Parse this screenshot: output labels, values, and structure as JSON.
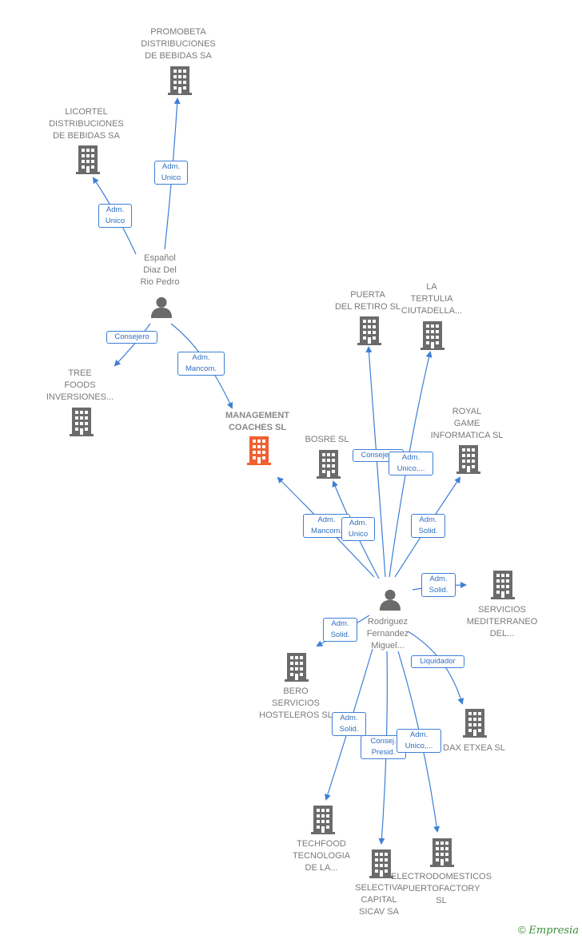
{
  "nodes": {
    "promobeta": "PROMOBETA\nDISTRIBUCIONES\nDE BEBIDAS SA",
    "licortel": "LICORTEL\nDISTRIBUCIONES\nDE BEBIDAS SA",
    "espanol": "Español\nDiaz Del\nRio Pedro",
    "tree": "TREE\nFOODS\nINVERSIONES...",
    "management": "MANAGEMENT\nCOACHES  SL",
    "puerta": "PUERTA\nDEL RETIRO SL",
    "tertulia": "LA\nTERTULIA\nCIUTADELLA...",
    "bosre": "BOSRE SL",
    "royal": "ROYAL\nGAME\nINFORMATICA SL",
    "servicios": "SERVICIOS\nMEDITERRANEO\nDEL...",
    "rodriguez": "Rodriguez\nFernandez\nMiguel...",
    "bero": "BERO\nSERVICIOS\nHOSTELEROS SL",
    "dax": "DAX ETXEA  SL",
    "techfood": "TECHFOOD\nTECNOLOGIA\nDE LA...",
    "selectiva": "SELECTIVA\nCAPITAL\nSICAV SA",
    "electro": "ELECTRODOMESTICOS\nPUERTOFACTORY\nSL"
  },
  "edges": {
    "e1": "Adm.\nUnico",
    "e2": "Adm.\nUnico",
    "e3": "Consejero",
    "e4": "Adm.\nMancom.",
    "e5": "Consejero",
    "e6": "Adm.\nUnico,...",
    "e7": "Adm.\nMancom.",
    "e8": "Adm.\nUnico",
    "e9": "Adm.\nSolid.",
    "e10": "Adm.\nSolid.",
    "e11": "Adm.\nSolid.",
    "e12": "Liquidador",
    "e13": "Adm.\nSolid.",
    "e14": "Consej.\nPresid.",
    "e15": "Adm.\nUnico,..."
  },
  "colors": {
    "edge": "#3d7fd6",
    "building": "#6b6b6b",
    "highlight": "#f06030",
    "person": "#6b6b6b"
  },
  "icons": {
    "company": "building-icon",
    "person": "person-icon"
  },
  "footer": {
    "copyright_symbol": "©",
    "brand": "Empresia"
  }
}
